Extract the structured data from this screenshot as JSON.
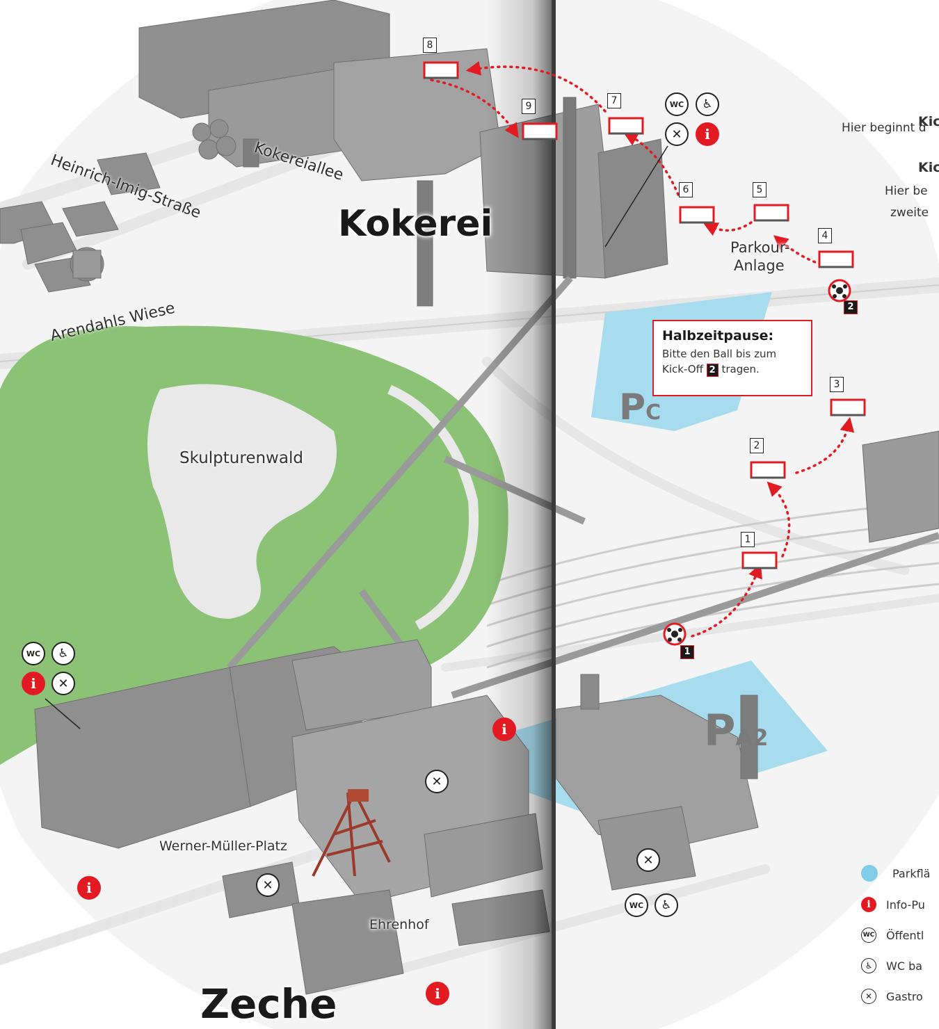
{
  "areas": {
    "kokerei": "Kokerei",
    "zeche": "Zeche"
  },
  "streets": {
    "kokereiallee": "Kokereiallee",
    "heinrich_imig": "Heinrich-Imig-Straße",
    "arendahls_wiese": "Arendahls Wiese"
  },
  "places": {
    "skulpturenwald": "Skulpturenwald",
    "werner_mueller_platz": "Werner-Müller-Platz",
    "ehrenhof": "Ehrenhof",
    "parkour_line1": "Parkour-",
    "parkour_line2": "Anlage"
  },
  "parking": {
    "pc_letter": "P",
    "pc_sub": "C",
    "pa2_letter": "P",
    "pa2_sub": "A2"
  },
  "callout": {
    "title": "Halbzeitpause:",
    "line1": "Bitte den Ball bis zum",
    "line2_prefix": "Kick-Off",
    "line2_num": "2",
    "line2_suffix": "tragen."
  },
  "stations": [
    "1",
    "2",
    "3",
    "4",
    "5",
    "6",
    "7",
    "8",
    "9"
  ],
  "kickoffs": [
    "1",
    "2"
  ],
  "icons": {
    "info": "i",
    "wc": "WC",
    "wc_accessible": "♿",
    "gastro": "✕"
  },
  "right_panel": {
    "kick1_heading": "Kic",
    "kick1_text": "Hier beginnt d",
    "kick2_heading": "Kic",
    "kick2_text": "Hier be",
    "kick2_text2": "zweite"
  },
  "legend": {
    "parking": "Parkflä",
    "info": "Info-Pu",
    "wc": "Öffentl",
    "wc_accessible": "WC ba",
    "gastro": "Gastro"
  },
  "colors": {
    "route_red": "#e21b23",
    "parking_blue": "#a7dcef",
    "green": "#8cc276",
    "building": "#8f8f8f"
  }
}
